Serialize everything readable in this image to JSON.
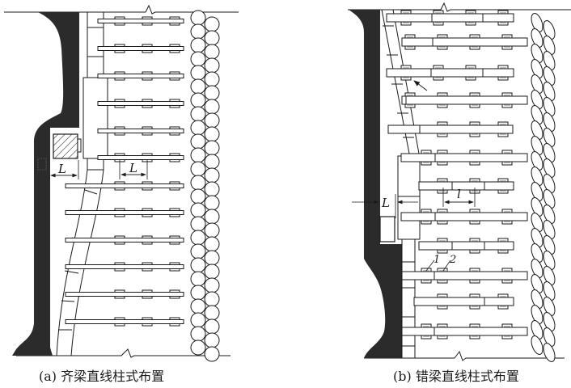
{
  "panels": [
    {
      "id": "a",
      "caption": "(a) 齐梁直线柱式布置",
      "dimension_labels": {
        "gap_to_wall": "L",
        "prop_spacing": "L"
      }
    },
    {
      "id": "b",
      "caption": "(b) 错梁直线柱式布置",
      "dimension_labels": {
        "gap_to_wall": "L",
        "prop_spacing": "l"
      },
      "callouts": [
        "1",
        "2"
      ]
    }
  ],
  "colors": {
    "ink": "#1a1a1a",
    "coal": "#2b2b2b",
    "paper": "#ffffff"
  }
}
